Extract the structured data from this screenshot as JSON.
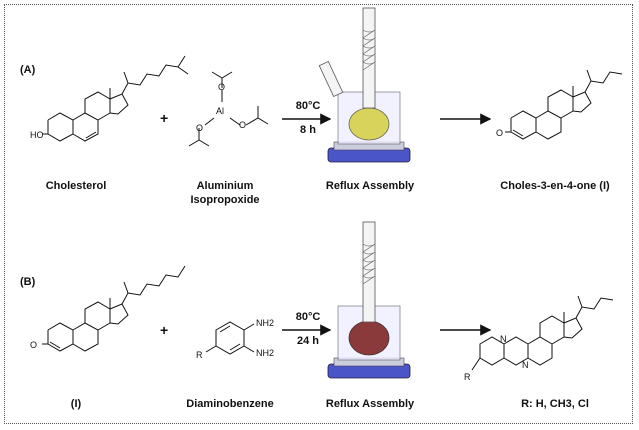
{
  "sections": {
    "a": "(A)",
    "b": "(B)"
  },
  "row_a": {
    "reactant1": "Cholesterol",
    "reactant2_line1": "Aluminium",
    "reactant2_line2": "Isopropoxide",
    "plus": "+",
    "temp": "80°C",
    "time": "8 h",
    "apparatus": "Reflux Assembly",
    "product": "Choles-3-en-4-one (I)",
    "ho": "HO",
    "o": "O",
    "al": "Al",
    "flask_color": "#d8d35a"
  },
  "row_b": {
    "reactant1": "(I)",
    "reactant2": "Diaminobenzene",
    "plus": "+",
    "temp": "80°C",
    "time": "24 h",
    "apparatus": "Reflux Assembly",
    "product": "R: H, CH3, Cl",
    "o": "O",
    "r": "R",
    "nh2a": "NH2",
    "nh2b": "NH2",
    "n1": "N",
    "n2": "N",
    "r2": "R",
    "flask_color": "#8a3a3a"
  }
}
